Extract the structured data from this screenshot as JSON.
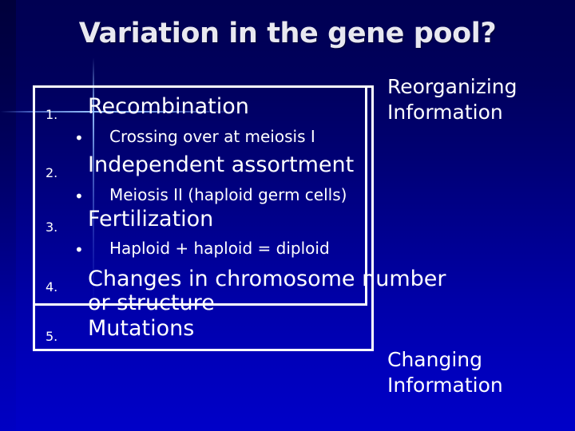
{
  "slide": {
    "title": "Variation in the gene pool?",
    "background_top_color": "#000052",
    "background_bottom_color": "#0000c8",
    "text_color": "#ffffff",
    "title_color": "#e8e8f0",
    "box_border_color": "#ffffff",
    "accent_line_color": "#96c3ff"
  },
  "list": {
    "items": [
      {
        "number": "1.",
        "text": "Recombination",
        "sub": [
          {
            "bullet": "•",
            "text": "Crossing over at meiosis I"
          }
        ]
      },
      {
        "number": "2.",
        "text": "Independent assortment",
        "sub": [
          {
            "bullet": "•",
            "text": "Meiosis II (haploid germ cells)"
          }
        ]
      },
      {
        "number": "3.",
        "text": "Fertilization",
        "sub": [
          {
            "bullet": "•",
            "text": "Haploid + haploid = diploid"
          }
        ]
      },
      {
        "number": "4.",
        "text": "Changes in chromosome number",
        "text_line2": "or structure",
        "sub": []
      },
      {
        "number": "5.",
        "text": "Mutations",
        "sub": []
      }
    ]
  },
  "callouts": {
    "top": "Reorganizing\nInformation",
    "bottom": "Changing\nInformation"
  }
}
